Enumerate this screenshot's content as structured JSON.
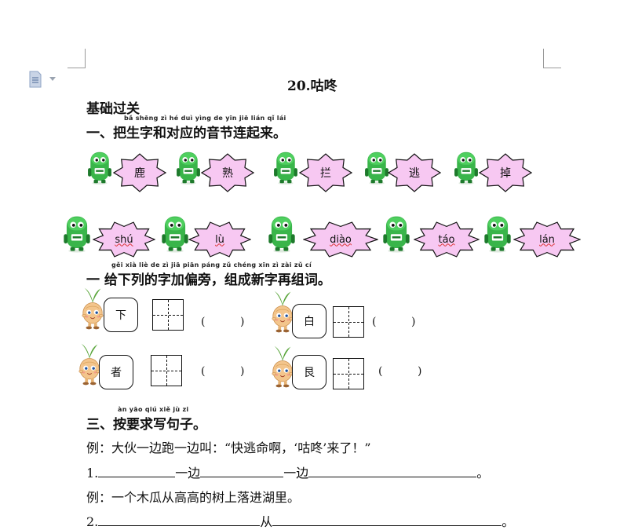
{
  "doc": {
    "title": "20.咕咚",
    "subtitle": "基础过关"
  },
  "section1": {
    "pinyin": "bǎ shēng zì  hé duì yìng de yīn jiē lián qǐ lái",
    "heading": "一、把生字和对应的音节连起来。",
    "chars": [
      "鹿",
      "熟",
      "拦",
      "逃",
      "掉"
    ],
    "syllables": [
      "shú",
      "lù",
      "diào",
      "táo",
      "lán"
    ]
  },
  "section2": {
    "pinyin": "gěi xià liè de  zì jiā piān páng    zǔ chéng xīn zì zài zǔ cí",
    "heading": "一  给下列的字加偏旁，组成新字再组词。",
    "chars": [
      "下",
      "白",
      "者",
      "艮"
    ],
    "paren": "(          )"
  },
  "section3": {
    "pinyin": "àn yāo qiú xiě jù zi",
    "heading": "三、按要求写句子。",
    "example1": "例：大伙一边跑一边叫：“快逃命啊，‘咕咚’来了！”",
    "item1_num": "1.",
    "item1_w1": "一边",
    "item1_w2": "一边",
    "item1_end": "。",
    "example2": "例：一个木瓜从高高的树上落进湖里。",
    "item2_num": "2.",
    "item2_w1": "从",
    "item2_end": "。"
  },
  "colors": {
    "star_fill": "#f7c8f2",
    "mascot_green": "#39b54a",
    "mascot_dark": "#1e7a2c",
    "onion_body": "#f3c58c",
    "onion_leaf": "#59a53a"
  }
}
